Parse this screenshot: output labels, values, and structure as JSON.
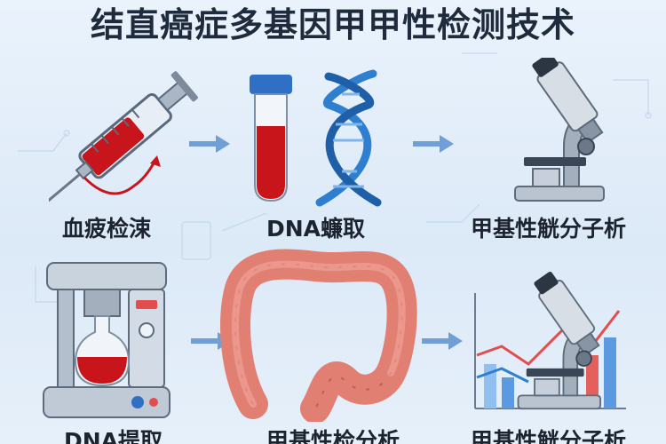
{
  "title": "结直癌症多基因甲甲性检测技术",
  "steps": [
    {
      "label": "血疲检涑"
    },
    {
      "label": "DNA蠊取"
    },
    {
      "label": "甲基性觥分子析"
    },
    {
      "label": "DNA提取"
    },
    {
      "label": "甲基性检分析"
    },
    {
      "label": "甲基性觥分子析"
    }
  ],
  "colors": {
    "background": "#e3eef9",
    "blood": "#c8151b",
    "dna_blue": "#2f7fd0",
    "metal": "#9aa7b6",
    "colon": "#e27f73",
    "arrow": "#6f9fd6",
    "text": "#1c2430"
  },
  "icons": [
    "syringe-icon",
    "test-tube-icon",
    "dna-helix-icon",
    "microscope-icon",
    "lab-machine-icon",
    "colon-icon",
    "arrow-right-icon",
    "bar-chart-icon"
  ]
}
